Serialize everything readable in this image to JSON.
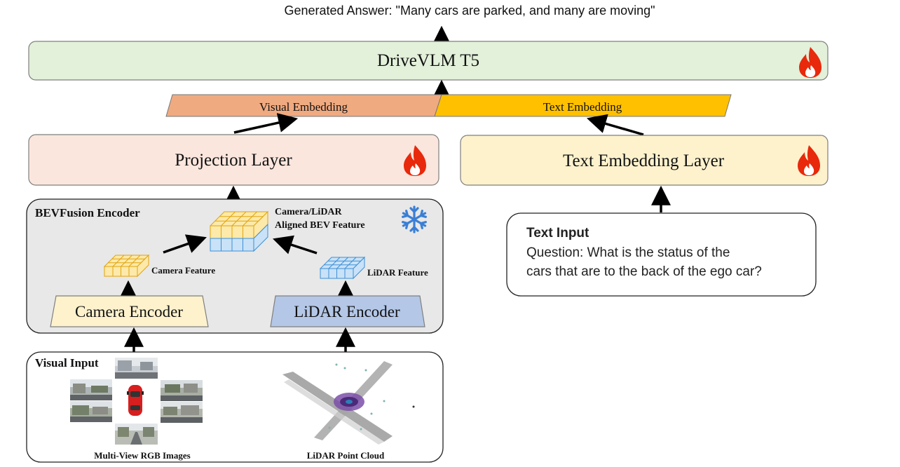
{
  "generated_answer": "Generated Answer: \"Many cars are parked, and many are moving\"",
  "drivevlm": {
    "label": "DriveVLM T5",
    "trainable": true
  },
  "embeddings": {
    "visual": "Visual Embedding",
    "text": "Text Embedding"
  },
  "projection_layer": {
    "label": "Projection Layer",
    "trainable": true
  },
  "text_embedding_layer": {
    "label": "Text Embedding Layer",
    "trainable": true
  },
  "bevfusion": {
    "title": "BEVFusion Encoder",
    "frozen": true,
    "aligned_feature_line1": "Camera/LiDAR",
    "aligned_feature_line2": "Aligned BEV Feature",
    "camera_feature": "Camera Feature",
    "lidar_feature": "LiDAR Feature",
    "camera_encoder": "Camera Encoder",
    "lidar_encoder": "LiDAR Encoder"
  },
  "visual_input": {
    "title": "Visual Input",
    "rgb_caption": "Multi-View RGB Images",
    "lidar_caption": "LiDAR Point Cloud"
  },
  "text_input": {
    "title": "Text Input",
    "question_line1": "Question: What is the status of the",
    "question_line2": "cars that are to the back of the ego car?"
  },
  "colors": {
    "drivevlm_fill": "#e3f0da",
    "visual_embedding_fill": "#f0aa80",
    "text_embedding_fill": "#ffc000",
    "projection_fill": "#fbe6dd",
    "text_layer_fill": "#fef2cd",
    "bevfusion_fill": "#e8e8e8",
    "camera_encoder_fill": "#fef2cd",
    "lidar_encoder_fill": "#b4c7e7",
    "flame": "#e8290c",
    "snowflake": "#3a7fd5",
    "grid_yellow": "#fde9a9",
    "grid_blue": "#c9e2f7"
  }
}
